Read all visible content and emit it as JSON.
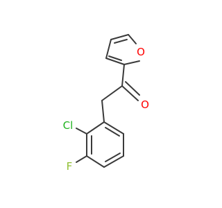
{
  "molecule": {
    "atoms": {
      "O1": {
        "symbol": "O",
        "color": "#ff0000"
      },
      "O2": {
        "symbol": "O",
        "color": "#ff0000"
      },
      "Cl": {
        "symbol": "Cl",
        "color": "#1fb31f"
      },
      "F": {
        "symbol": "F",
        "color": "#8fbf30"
      }
    },
    "bond_color": "#3a3a3a"
  }
}
